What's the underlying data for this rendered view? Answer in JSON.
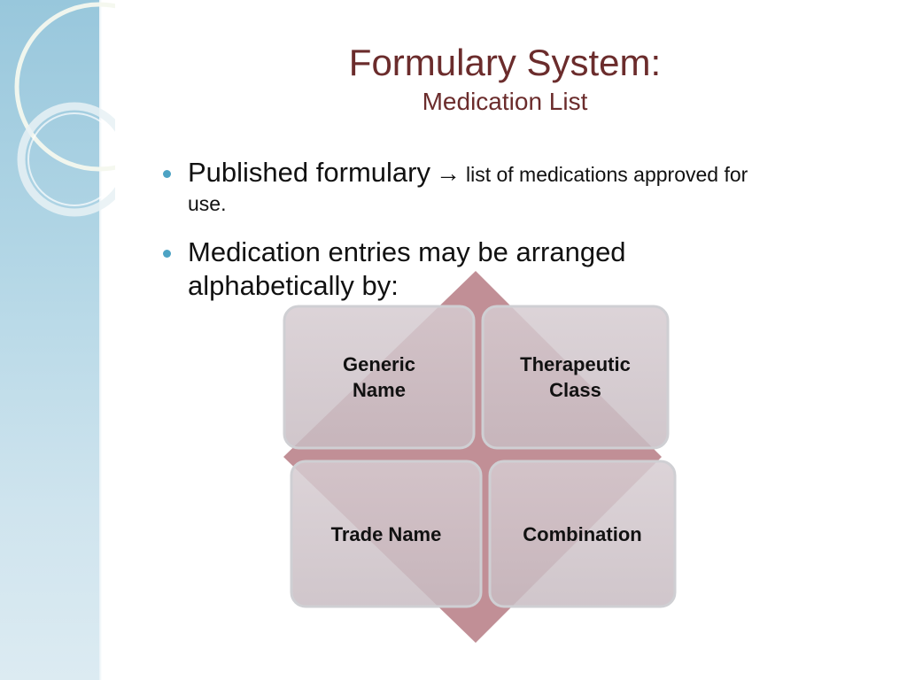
{
  "slide": {
    "title": "Formulary System:",
    "subtitle": "Medication List",
    "bullets": [
      {
        "lead": "Published formulary",
        "arrow": "→",
        "rest": "list of medications approved for",
        "rest_cont": "use."
      },
      {
        "line1": "Medication entries may be arranged",
        "line2": "alphabetically by:"
      }
    ]
  },
  "diagram": {
    "cells": [
      {
        "line1": "Generic",
        "line2": "Name"
      },
      {
        "line1": "Therapeutic",
        "line2": "Class"
      },
      {
        "line1": "Trade Name",
        "line2": ""
      },
      {
        "line1": "Combination",
        "line2": ""
      }
    ]
  },
  "colors": {
    "title": "#6b2c2c",
    "bullet_dot": "#4da3c4",
    "diamond": "#b88088",
    "cell_fill": "#ccc0c6",
    "cell_border": "#c8c8cc",
    "side_panel": "#98c7dc"
  }
}
